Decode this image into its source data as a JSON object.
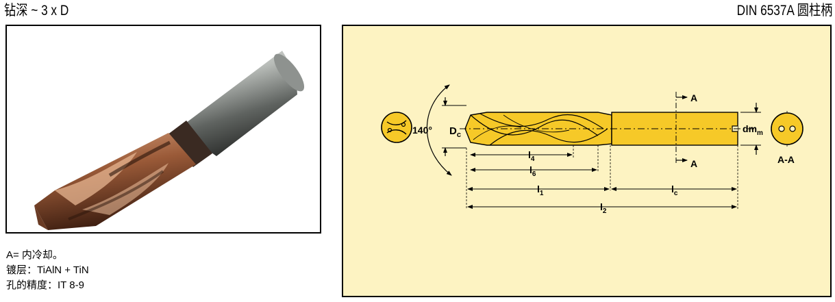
{
  "header": {
    "title_left": "钻深 ~ 3 x D",
    "title_right": "DIN 6537A 圆柱柄"
  },
  "notes": [
    "A= 内冷却。",
    "镀层：TiAlN + TiN",
    "孔的精度：IT 8-9"
  ],
  "diagram": {
    "angle_label": "140°",
    "section_arrow_label": "A",
    "section_label": "A-A",
    "dims": {
      "dc": {
        "main": "D",
        "sub": "c"
      },
      "dm": {
        "main": "d",
        "sub": "m",
        "subsub": "m"
      },
      "l4": {
        "main": "l",
        "sub": "4"
      },
      "l6": {
        "main": "l",
        "sub": "6"
      },
      "l1": {
        "main": "l",
        "sub": "1"
      },
      "lc": {
        "main": "l",
        "sub": "c"
      },
      "l2": {
        "main": "l",
        "sub": "2"
      }
    }
  },
  "colors": {
    "diagram_background": "#fdf3c2",
    "drill_yellow": "#f6c928",
    "outline": "#000000"
  }
}
